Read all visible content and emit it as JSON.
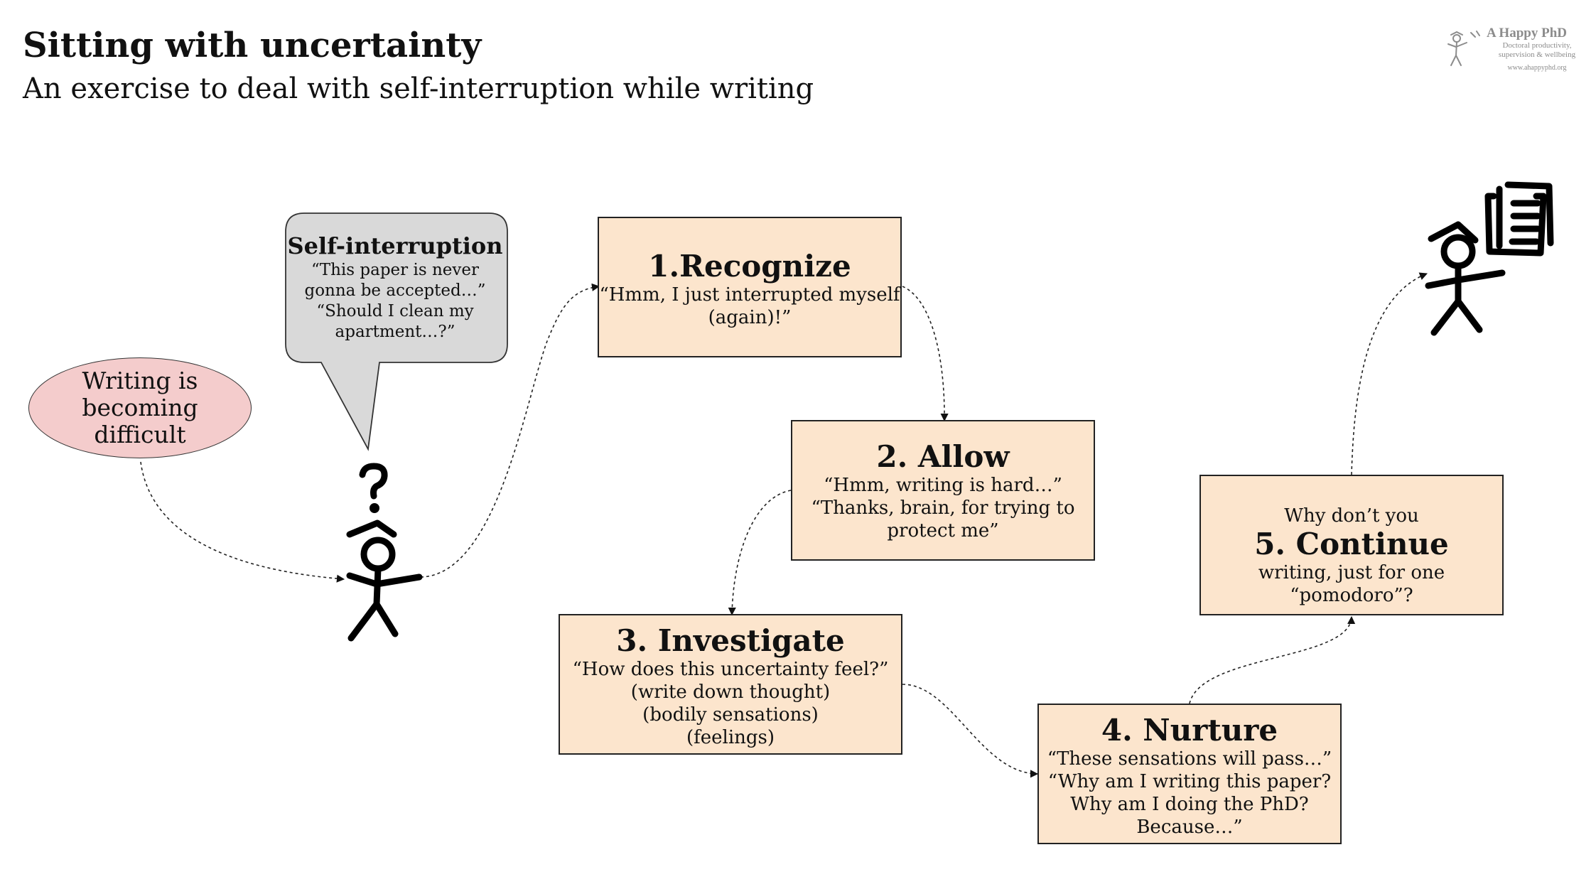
{
  "title": "Sitting with uncertainty",
  "subtitle": "An exercise to deal with self-interruption while writing",
  "logo": {
    "name": "A Happy PhD",
    "tagline": "Doctoral productivity, supervision & wellbeing",
    "url": "www.ahappyphd.org"
  },
  "start_node": {
    "text": "Writing is becoming difficult",
    "color": "#f4cccc"
  },
  "speech_bubble": {
    "heading": "Self-interruption",
    "lines": [
      "“This paper is never",
      "gonna be accepted…”",
      "“Should I clean my",
      "apartment…?”"
    ],
    "color": "#d9d9d9"
  },
  "steps": [
    {
      "heading": "1.Recognize",
      "lines": [
        "“Hmm, I just interrupted myself",
        "(again)!”"
      ]
    },
    {
      "heading": "2. Allow",
      "lines": [
        "“Hmm, writing is hard…”",
        "“Thanks, brain, for trying to",
        "protect me”"
      ]
    },
    {
      "heading": "3. Investigate",
      "lines": [
        "“How does this uncertainty feel?”",
        "(write down thought)",
        "(bodily sensations)",
        "(feelings)"
      ]
    },
    {
      "heading": "4. Nurture",
      "lines": [
        "“These sensations will pass…”",
        "“Why am I writing this paper?",
        "Why am I doing the PhD?",
        "Because…”"
      ]
    },
    {
      "prefix": "Why don’t you",
      "heading": "5. Continue",
      "lines": [
        "writing, just for one “pomodoro”?"
      ]
    }
  ],
  "box_color": "#fce5cd",
  "icons": [
    "confused-stick-figure-icon",
    "question-mark-icon",
    "happy-stick-figure-with-papers-icon",
    "dotted-arrow-icon"
  ]
}
